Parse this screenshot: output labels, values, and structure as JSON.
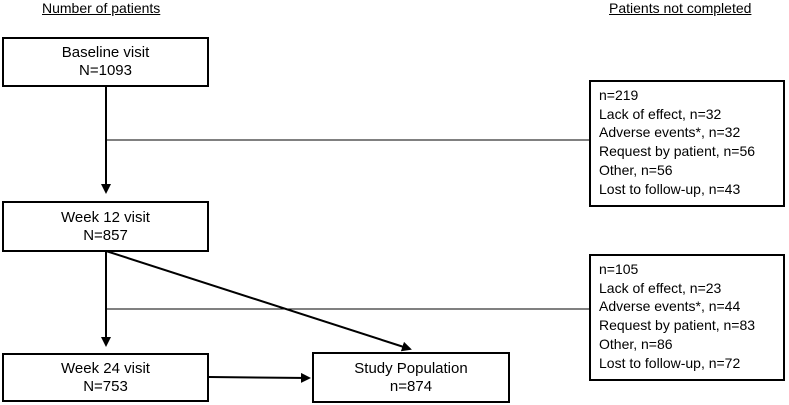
{
  "headers": {
    "left": "Number of patients",
    "right": "Patients not completed"
  },
  "boxes": {
    "baseline": {
      "title": "Baseline visit",
      "count": "N=1093"
    },
    "week12": {
      "title": "Week 12 visit",
      "count": "N=857"
    },
    "week24": {
      "title": "Week 24 visit",
      "count": "N=753"
    },
    "study": {
      "title": "Study Population",
      "count": "n=874"
    }
  },
  "dropouts": {
    "first": [
      "n=219",
      "Lack of effect, n=32",
      "Adverse events*, n=32",
      "Request by patient, n=56",
      "Other, n=56",
      "Lost to follow-up, n=43"
    ],
    "second": [
      "n=105",
      "Lack of effect, n=23",
      "Adverse events*, n=44",
      "Request by patient, n=83",
      "Other, n=86",
      "Lost to follow-up, n=72"
    ]
  }
}
